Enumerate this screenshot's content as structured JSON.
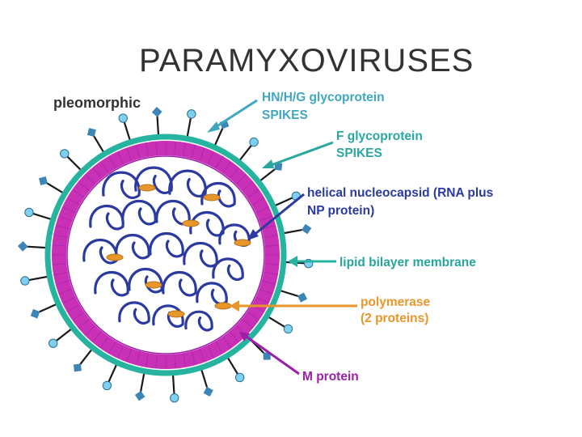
{
  "title": "PARAMYXOVIRUSES",
  "shape_label": "pleomorphic",
  "labels": {
    "hn_line1": "HN/H/G glycoprotein",
    "hn_line2": "SPIKES",
    "f_line1": "F glycoprotein",
    "f_line2": "SPIKES",
    "nc_line1": "helical nucleocapsid (RNA plus",
    "nc_line2": "NP protein)",
    "lipid": "lipid bilayer membrane",
    "pol_line1": "polymerase",
    "pol_line2": "(2 proteins)",
    "m": "M protein"
  },
  "colors": {
    "title": "#333333",
    "hn_spike": "#3fa7bf",
    "f_spike": "#2aa7a0",
    "nucleocapsid": "#2b3aa0",
    "lipid_membrane": "#26b3a0",
    "polymerase": "#e8962a",
    "m_protein": "#9b1fa8",
    "m_protein_fill": "#c830b5",
    "spike_stalk": "#1a1a1a",
    "spike_tip_round": "#7fd0f0",
    "spike_tip_diamond": "#3d85b5"
  },
  "icons": {
    "spike_round": "round-spike-tip-icon",
    "spike_diamond": "diamond-spike-tip-icon"
  }
}
